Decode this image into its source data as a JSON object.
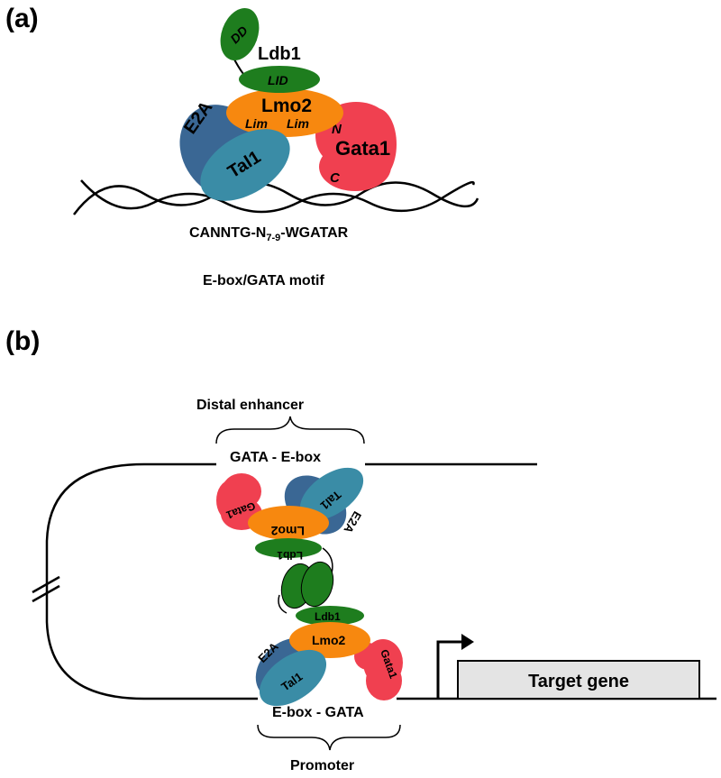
{
  "panel_a": {
    "label": "(a)",
    "proteins": {
      "ldb1": "Ldb1",
      "dd": "DD",
      "lid": "LID",
      "lmo2": "Lmo2",
      "lim_left": "Lim",
      "lim_right": "Lim",
      "e2a": "E2A",
      "tal1": "Tal1",
      "gata1": "Gata1",
      "n_term": "N",
      "c_term": "C"
    },
    "sequence": {
      "prefix": "CANNTG-N",
      "subscript": "7-9",
      "suffix": "-WGATAR"
    },
    "motif_caption": "E-box/GATA motif"
  },
  "panel_b": {
    "label": "(b)",
    "distal_enhancer": "Distal enhancer",
    "enhancer_motif": "GATA - E-box",
    "promoter_motif": "E-box - GATA",
    "promoter": "Promoter",
    "target_gene": "Target gene",
    "upper_complex": {
      "gata1": "Gata1",
      "tal1": "Tal1",
      "e2a": "E2A",
      "lmo2": "Lmo2",
      "ldb1": "Ldb1"
    },
    "lower_complex": {
      "ldb1": "Ldb1",
      "lmo2": "Lmo2",
      "e2a": "E2A",
      "tal1": "Tal1",
      "gata1": "Gata1"
    }
  },
  "colors": {
    "ldb1_green": "#1e7d1e",
    "lmo2_orange": "#f7880f",
    "e2a_blue": "#3a6794",
    "tal1_teal": "#3a8ca6",
    "gata1_red": "#f04050",
    "gene_box": "#e4e4e4"
  }
}
